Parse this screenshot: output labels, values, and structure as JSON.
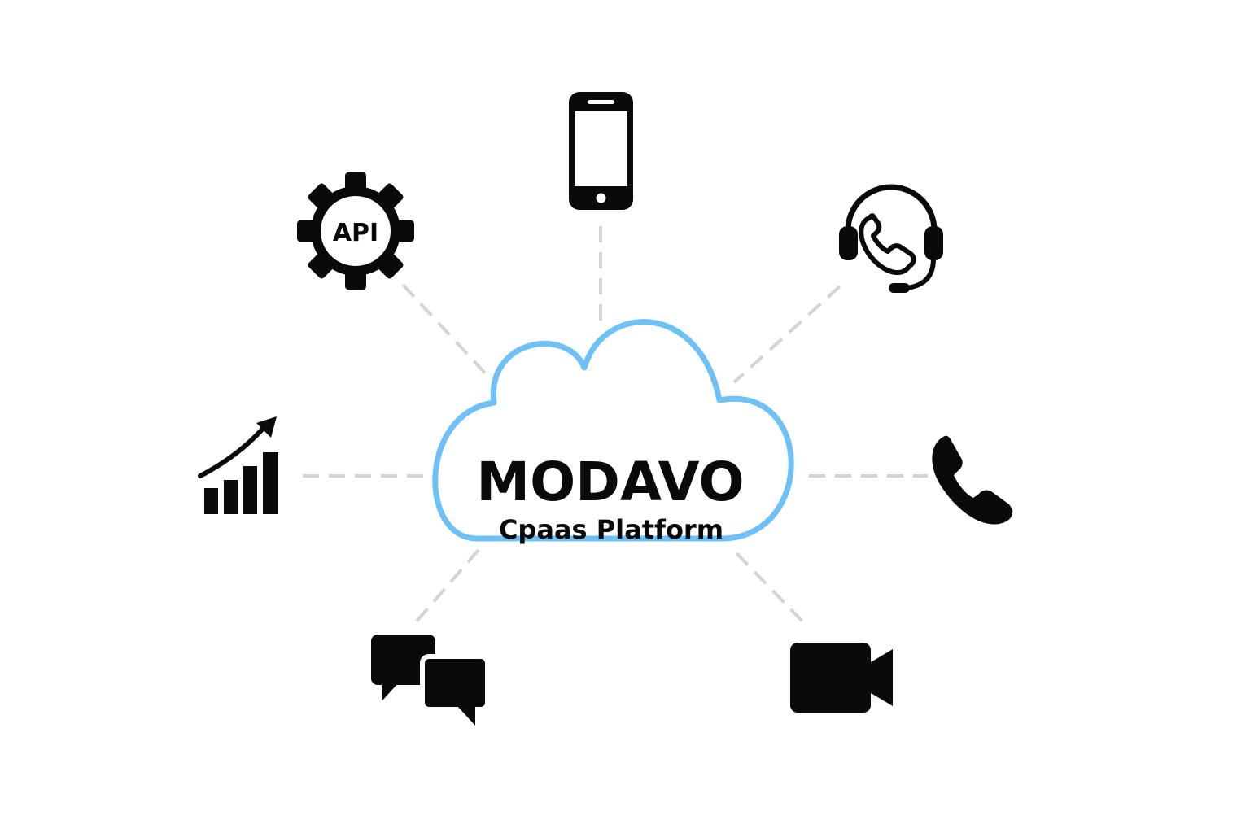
{
  "platform": {
    "name": "MODAVO",
    "subtitle": "Cpaas Platform"
  },
  "colors": {
    "cloud_outline": "#6dc1f7",
    "icon": "#0a0a0a",
    "connector": "#d4d4d4",
    "background": "#ffffff"
  },
  "nodes": [
    {
      "icon": "mobile-phone-icon"
    },
    {
      "icon": "api-gear-icon",
      "label": "API"
    },
    {
      "icon": "headset-support-icon"
    },
    {
      "icon": "growth-chart-icon"
    },
    {
      "icon": "phone-call-icon"
    },
    {
      "icon": "chat-bubbles-icon"
    },
    {
      "icon": "video-camera-icon"
    }
  ]
}
